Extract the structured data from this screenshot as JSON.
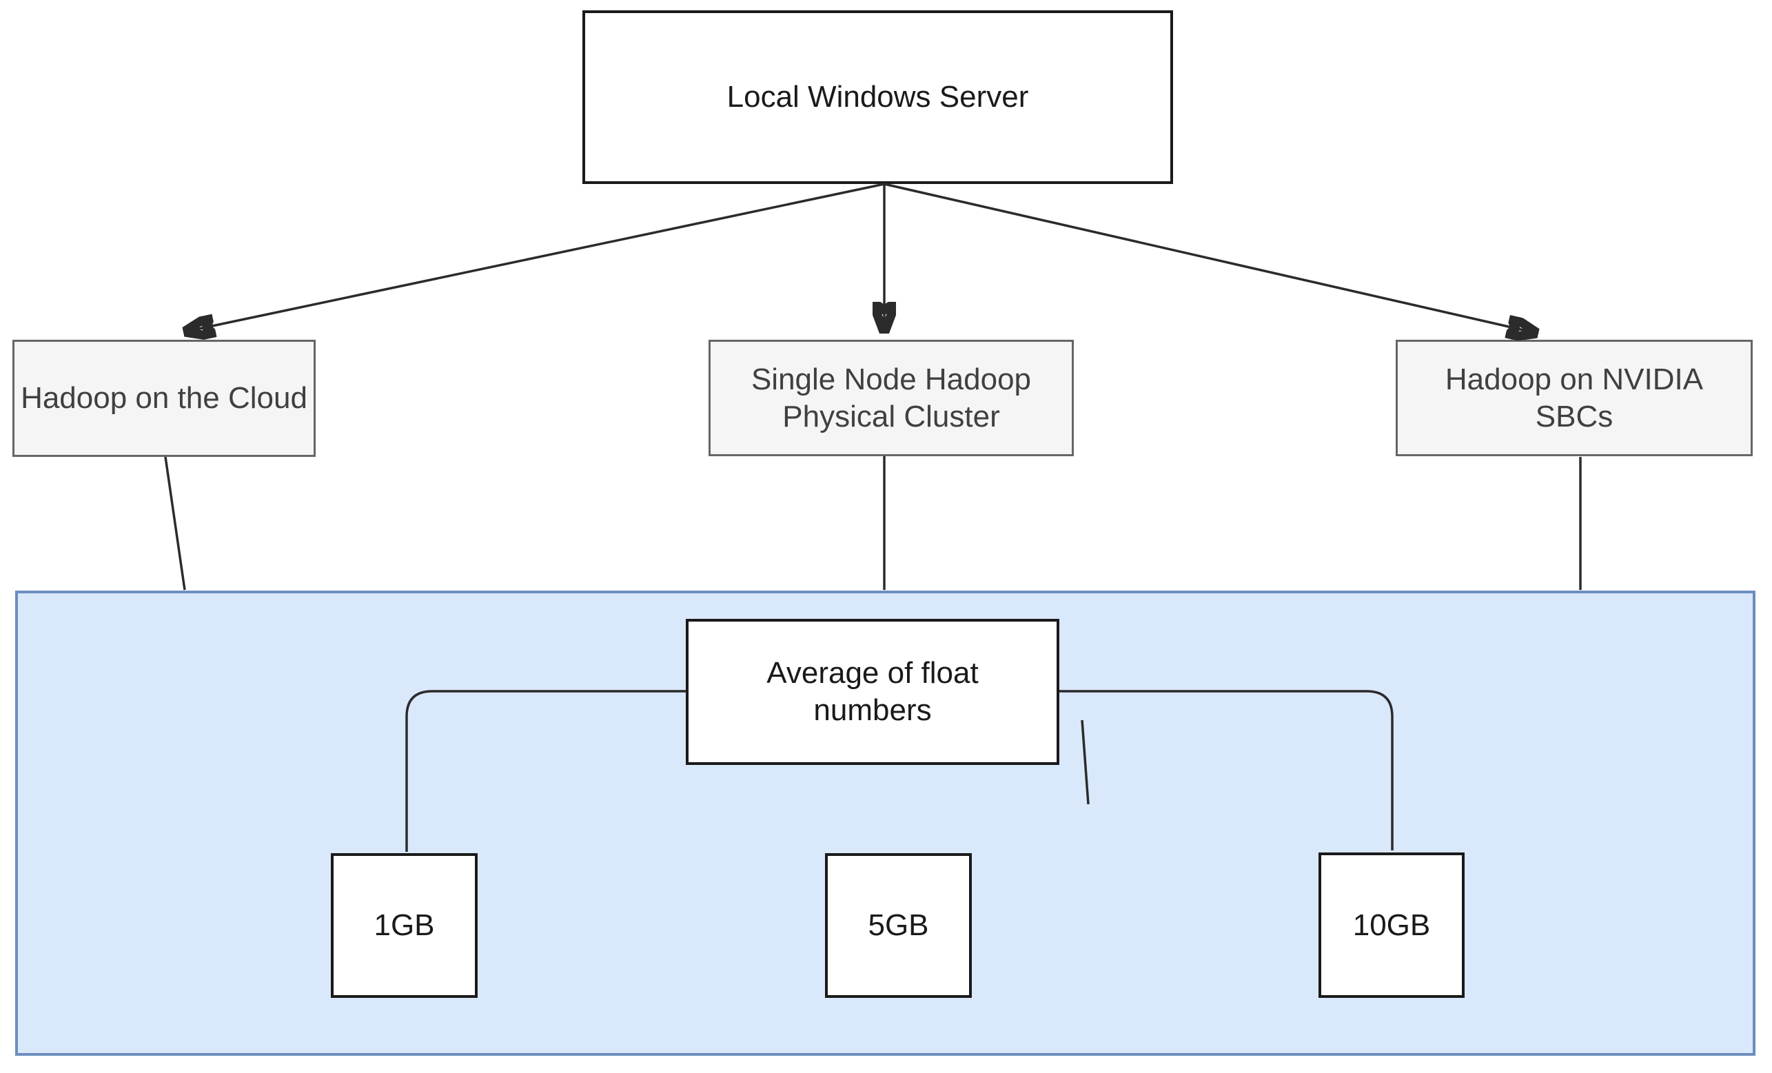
{
  "diagram": {
    "nodes": {
      "root": {
        "label": "Local Windows Server"
      },
      "cloud": {
        "label": "Hadoop on the Cloud"
      },
      "single": {
        "label": "Single Node Hadoop Physical Cluster"
      },
      "nvidia": {
        "label": "Hadoop on NVIDIA SBCs"
      },
      "average": {
        "label": "Average of float numbers"
      },
      "gb1": {
        "label": "1GB"
      },
      "gb5": {
        "label": "5GB"
      },
      "gb10": {
        "label": "10GB"
      }
    },
    "edges": [
      {
        "from": "Local Windows Server",
        "to": "Hadoop on the Cloud",
        "style": "arrow"
      },
      {
        "from": "Local Windows Server",
        "to": "Single Node Hadoop Physical Cluster",
        "style": "arrow"
      },
      {
        "from": "Local Windows Server",
        "to": "Hadoop on NVIDIA SBCs",
        "style": "arrow"
      },
      {
        "from": "Hadoop on the Cloud",
        "to": "benchmark-container",
        "style": "line"
      },
      {
        "from": "Single Node Hadoop Physical Cluster",
        "to": "benchmark-container",
        "style": "line"
      },
      {
        "from": "Hadoop on NVIDIA SBCs",
        "to": "benchmark-container",
        "style": "line"
      },
      {
        "from": "Average of float numbers",
        "to": "1GB",
        "style": "elbow"
      },
      {
        "from": "Average of float numbers",
        "to": "10GB",
        "style": "elbow"
      }
    ],
    "colors": {
      "node_fill": "#ffffff",
      "node_border": "#1a1a1a",
      "platform_fill": "#f5f5f5",
      "platform_border": "#666666",
      "container_fill": "#dae8fc",
      "container_border": "#6c8ebf",
      "line": "#2b2b2b"
    }
  }
}
